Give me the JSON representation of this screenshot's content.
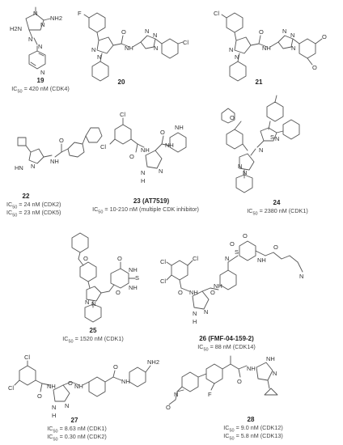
{
  "compounds": [
    {
      "id": "19",
      "name": "",
      "ic50": [
        {
          "label": "IC",
          "sub": "50",
          "text": " = 420 nM (CDK4)"
        }
      ]
    },
    {
      "id": "20",
      "name": "",
      "ic50": []
    },
    {
      "id": "21",
      "name": "",
      "ic50": []
    },
    {
      "id": "22",
      "name": "",
      "ic50": [
        {
          "label": "IC",
          "sub": "50",
          "text": " = 24 nM (CDK2)"
        },
        {
          "label": "IC",
          "sub": "50",
          "text": " = 23 nM (CDK5)"
        }
      ]
    },
    {
      "id": "23",
      "name": "(AT7519)",
      "ic50": [
        {
          "label": "IC",
          "sub": "50",
          "text": " = 10-210 nM (multiple CDK inhibitor)"
        }
      ]
    },
    {
      "id": "24",
      "name": "",
      "ic50": [
        {
          "label": "IC",
          "sub": "50",
          "text": " = 2380 nM (CDK1)"
        }
      ]
    },
    {
      "id": "25",
      "name": "",
      "ic50": [
        {
          "label": "IC",
          "sub": "50",
          "text": " = 1520 nM (CDK1)"
        }
      ]
    },
    {
      "id": "26",
      "name": "(FMF-04-159-2)",
      "ic50": [
        {
          "label": "IC",
          "sub": "50",
          "text": " = 88 nM (CDK14)"
        }
      ]
    },
    {
      "id": "27",
      "name": "",
      "ic50": [
        {
          "label": "IC",
          "sub": "50",
          "text": " = 8.63 nM (CDK1)"
        },
        {
          "label": "IC",
          "sub": "50",
          "text": " = 0.30 nM (CDK2)"
        }
      ]
    },
    {
      "id": "28",
      "name": "",
      "ic50": [
        {
          "label": "IC",
          "sub": "50",
          "text": " = 9.0 nM (CDK12)"
        },
        {
          "label": "IC",
          "sub": "50",
          "text": " = 5.8 nM (CDK13)"
        }
      ]
    }
  ],
  "atoms": {
    "N": "N",
    "NH": "NH",
    "H2N": "H2N",
    "NH2": "NH2",
    "HN": "HN",
    "H": "H",
    "O": "O",
    "F": "F",
    "Cl": "Cl",
    "S": "S",
    "O2": "O",
    "Me": "O"
  }
}
